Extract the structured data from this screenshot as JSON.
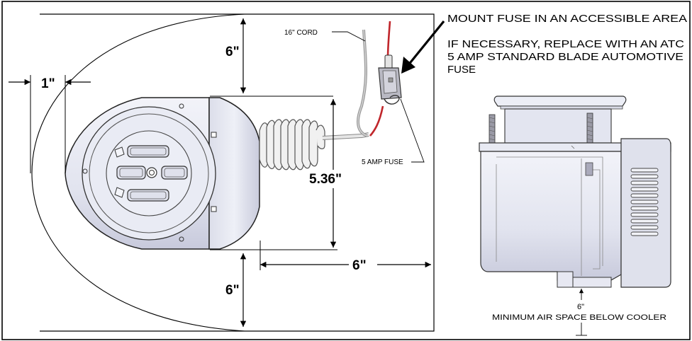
{
  "dimensions": {
    "top_clearance": "6\"",
    "side_clearance": "1\"",
    "unit_height": "5.36\"",
    "right_clearance": "6\"",
    "bottom_clearance": "6\""
  },
  "callouts": {
    "cord": "16\" CORD",
    "fuse": "5 AMP FUSE",
    "mount_note": "MOUNT FUSE IN AN ACCESSIBLE AREA",
    "replace_note_line1": "IF NECESSARY, REPLACE WITH AN ATC",
    "replace_note_line2": "5 AMP STANDARD BLADE AUTOMOTIVE",
    "replace_note_line3": "FUSE"
  },
  "side_view": {
    "air_space_value": "6\"",
    "air_space_label": "MINIMUM AIR SPACE BELOW COOLER"
  },
  "colors": {
    "body_fill": "#e7e8f2",
    "body_shade": "#c9cbdc",
    "cord_red": "#c0262b",
    "cord_gray": "#9a9a9a",
    "line": "#000000"
  }
}
